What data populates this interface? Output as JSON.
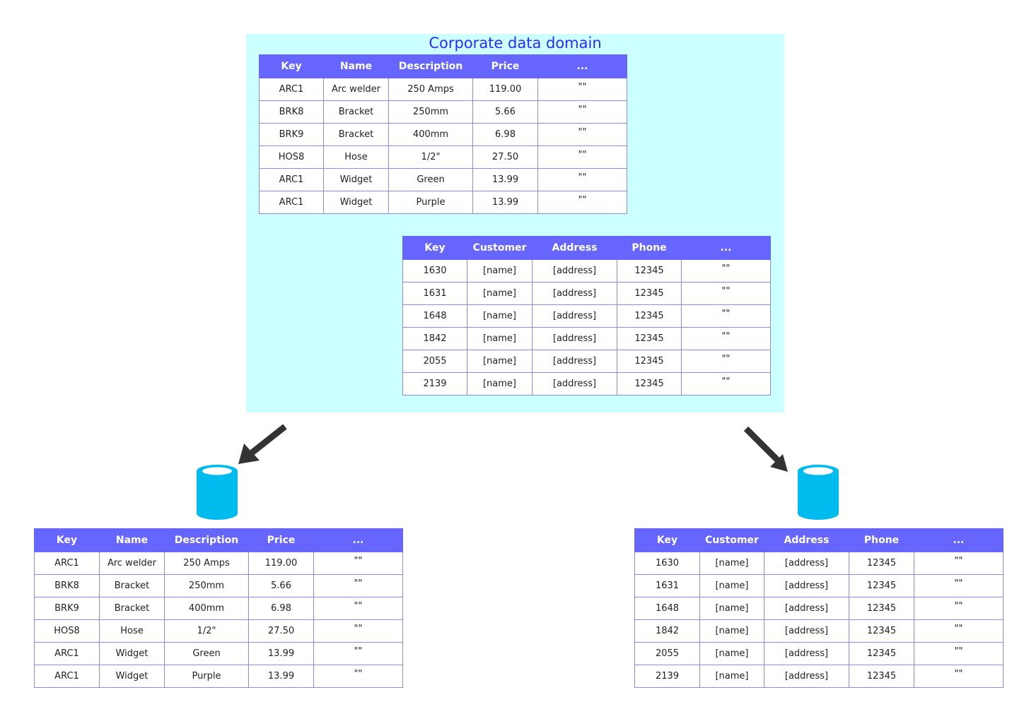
{
  "domain": {
    "title": "Corporate data domain"
  },
  "products": {
    "headers": [
      "Key",
      "Name",
      "Description",
      "Price",
      "..."
    ],
    "rows": [
      [
        "ARC1",
        "Arc welder",
        "250 Amps",
        "119.00",
        "\"\""
      ],
      [
        "BRK8",
        "Bracket",
        "250mm",
        "5.66",
        "\"\""
      ],
      [
        "BRK9",
        "Bracket",
        "400mm",
        "6.98",
        "\"\""
      ],
      [
        "HOS8",
        "Hose",
        "1/2\"",
        "27.50",
        "\"\""
      ],
      [
        "ARC1",
        "Widget",
        "Green",
        "13.99",
        "\"\""
      ],
      [
        "ARC1",
        "Widget",
        "Purple",
        "13.99",
        "\"\""
      ]
    ]
  },
  "customers": {
    "headers": [
      "Key",
      "Customer",
      "Address",
      "Phone",
      "..."
    ],
    "rows": [
      [
        "1630",
        "[name]",
        "[address]",
        "12345",
        "\"\""
      ],
      [
        "1631",
        "[name]",
        "[address]",
        "12345",
        "\"\""
      ],
      [
        "1648",
        "[name]",
        "[address]",
        "12345",
        "\"\""
      ],
      [
        "1842",
        "[name]",
        "[address]",
        "12345",
        "\"\""
      ],
      [
        "2055",
        "[name]",
        "[address]",
        "12345",
        "\"\""
      ],
      [
        "2139",
        "[name]",
        "[address]",
        "12345",
        "\"\""
      ]
    ]
  },
  "colors": {
    "domain_background": "#ccffff",
    "domain_title": "#2b2bff",
    "table_header": "#6666ff",
    "table_border": "#8a8aee",
    "database": "#00bbee",
    "arrow": "#333333"
  },
  "icons": {
    "database": "database-cylinder-icon",
    "arrow": "arrow-icon"
  }
}
